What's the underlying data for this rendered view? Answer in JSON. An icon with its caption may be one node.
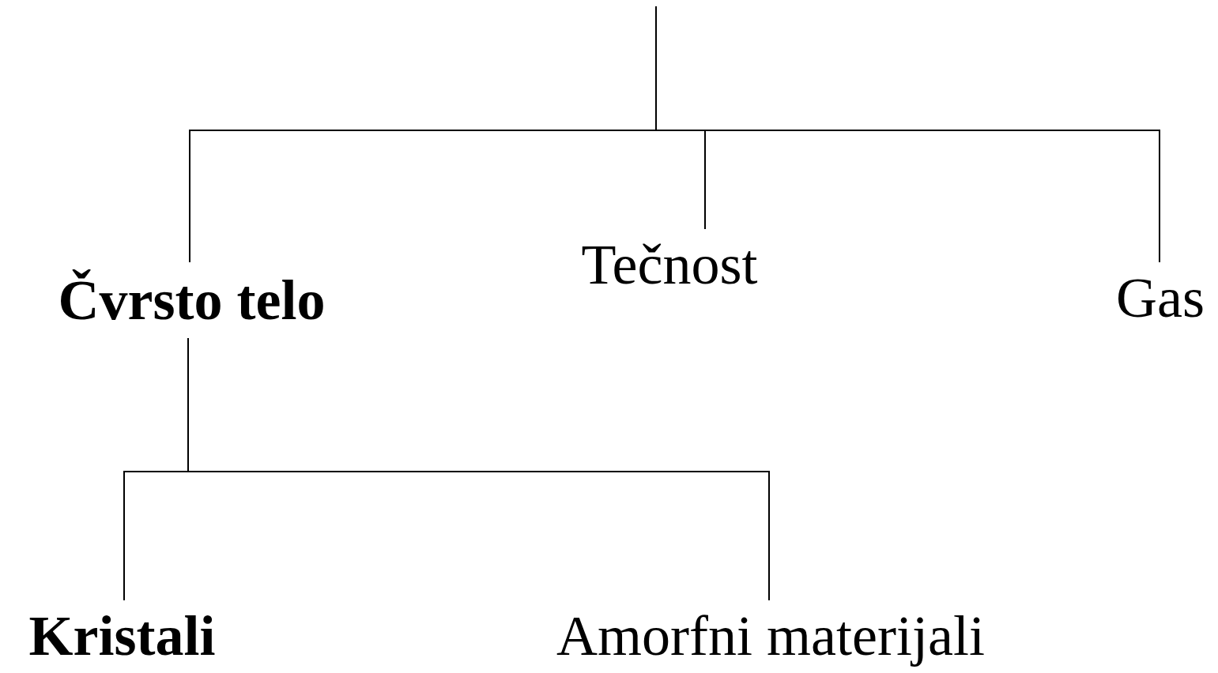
{
  "diagram": {
    "nodes": [
      {
        "text": [
          "Čvrsto telo"
        ]
      },
      {
        "text": [
          "Tečnost"
        ]
      },
      {
        "text": [
          "Gas"
        ]
      },
      {
        "text": [
          "Kristali"
        ]
      },
      {
        "text": [
          "Amorfni materijali"
        ]
      }
    ],
    "edges": [
      {
        "from": null,
        "to": 0,
        "arrow": "none"
      },
      {
        "from": null,
        "to": 1,
        "arrow": "none"
      },
      {
        "from": null,
        "to": 2,
        "arrow": "none"
      },
      {
        "from": 0,
        "to": 3,
        "arrow": "none"
      },
      {
        "from": 0,
        "to": 4,
        "arrow": "none"
      }
    ]
  }
}
